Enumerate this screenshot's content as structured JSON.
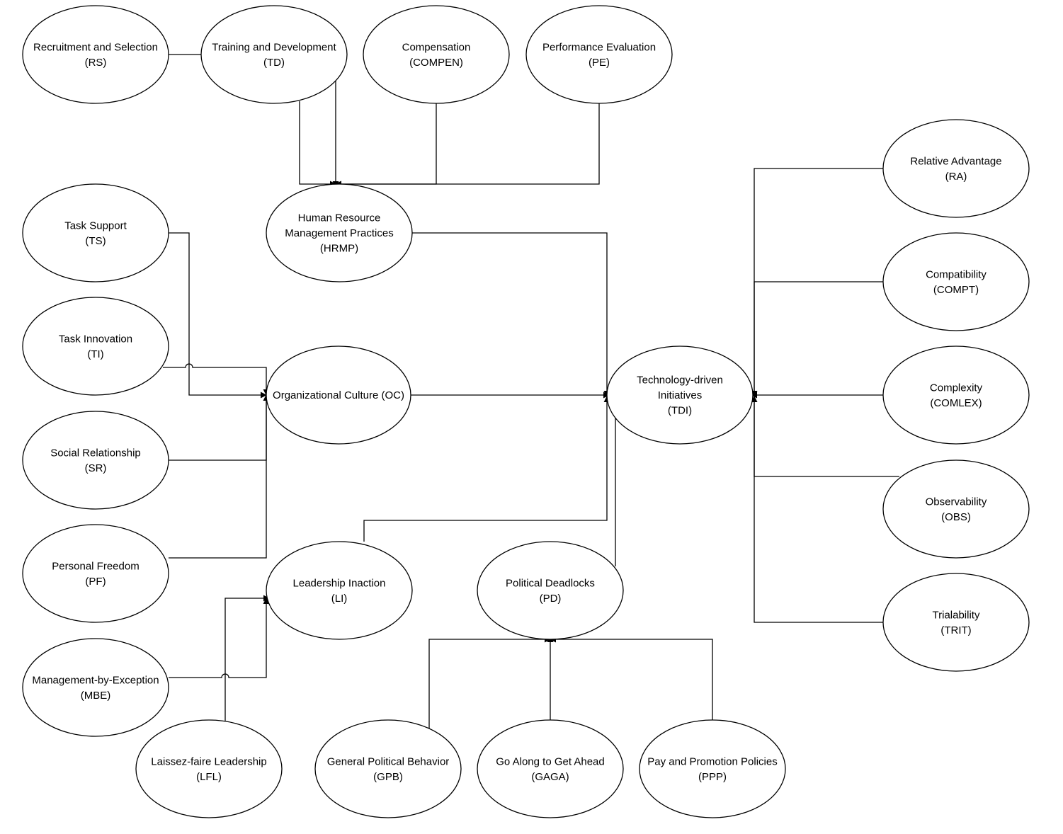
{
  "nodes": {
    "rs": {
      "lines": [
        "Recruitment and Selection",
        "(RS)"
      ]
    },
    "td": {
      "lines": [
        "Training and Development",
        "(TD)"
      ]
    },
    "compen": {
      "lines": [
        "Compensation",
        "(COMPEN)"
      ]
    },
    "pe": {
      "lines": [
        "Performance Evaluation",
        "(PE)"
      ]
    },
    "hrmp": {
      "lines": [
        "Human Resource",
        "Management Practices",
        "(HRMP)"
      ]
    },
    "ts": {
      "lines": [
        "Task Support",
        "(TS)"
      ]
    },
    "ti": {
      "lines": [
        "Task Innovation",
        "(TI)"
      ]
    },
    "sr": {
      "lines": [
        "Social Relationship",
        "(SR)"
      ]
    },
    "pf": {
      "lines": [
        "Personal Freedom",
        "(PF)"
      ]
    },
    "oc": {
      "lines": [
        "Organizational Culture (OC)"
      ]
    },
    "mbe": {
      "lines": [
        "Management-by-Exception",
        "(MBE)"
      ]
    },
    "lfl": {
      "lines": [
        "Laissez-faire Leadership",
        "(LFL)"
      ]
    },
    "li": {
      "lines": [
        "Leadership Inaction",
        "(LI)"
      ]
    },
    "pd": {
      "lines": [
        "Political Deadlocks",
        "(PD)"
      ]
    },
    "gpb": {
      "lines": [
        "General Political Behavior",
        "(GPB)"
      ]
    },
    "gaga": {
      "lines": [
        "Go Along to Get Ahead",
        "(GAGA)"
      ]
    },
    "ppp": {
      "lines": [
        "Pay and Promotion Policies",
        "(PPP)"
      ]
    },
    "tdi": {
      "lines": [
        "Technology-driven",
        "Initiatives",
        "(TDI)"
      ]
    },
    "ra": {
      "lines": [
        "Relative Advantage",
        "(RA)"
      ]
    },
    "compt": {
      "lines": [
        "Compatibility",
        "(COMPT)"
      ]
    },
    "comlex": {
      "lines": [
        "Complexity",
        "(COMLEX)"
      ]
    },
    "obs": {
      "lines": [
        "Observability",
        "(OBS)"
      ]
    },
    "trit": {
      "lines": [
        "Trialability",
        "(TRIT)"
      ]
    }
  }
}
